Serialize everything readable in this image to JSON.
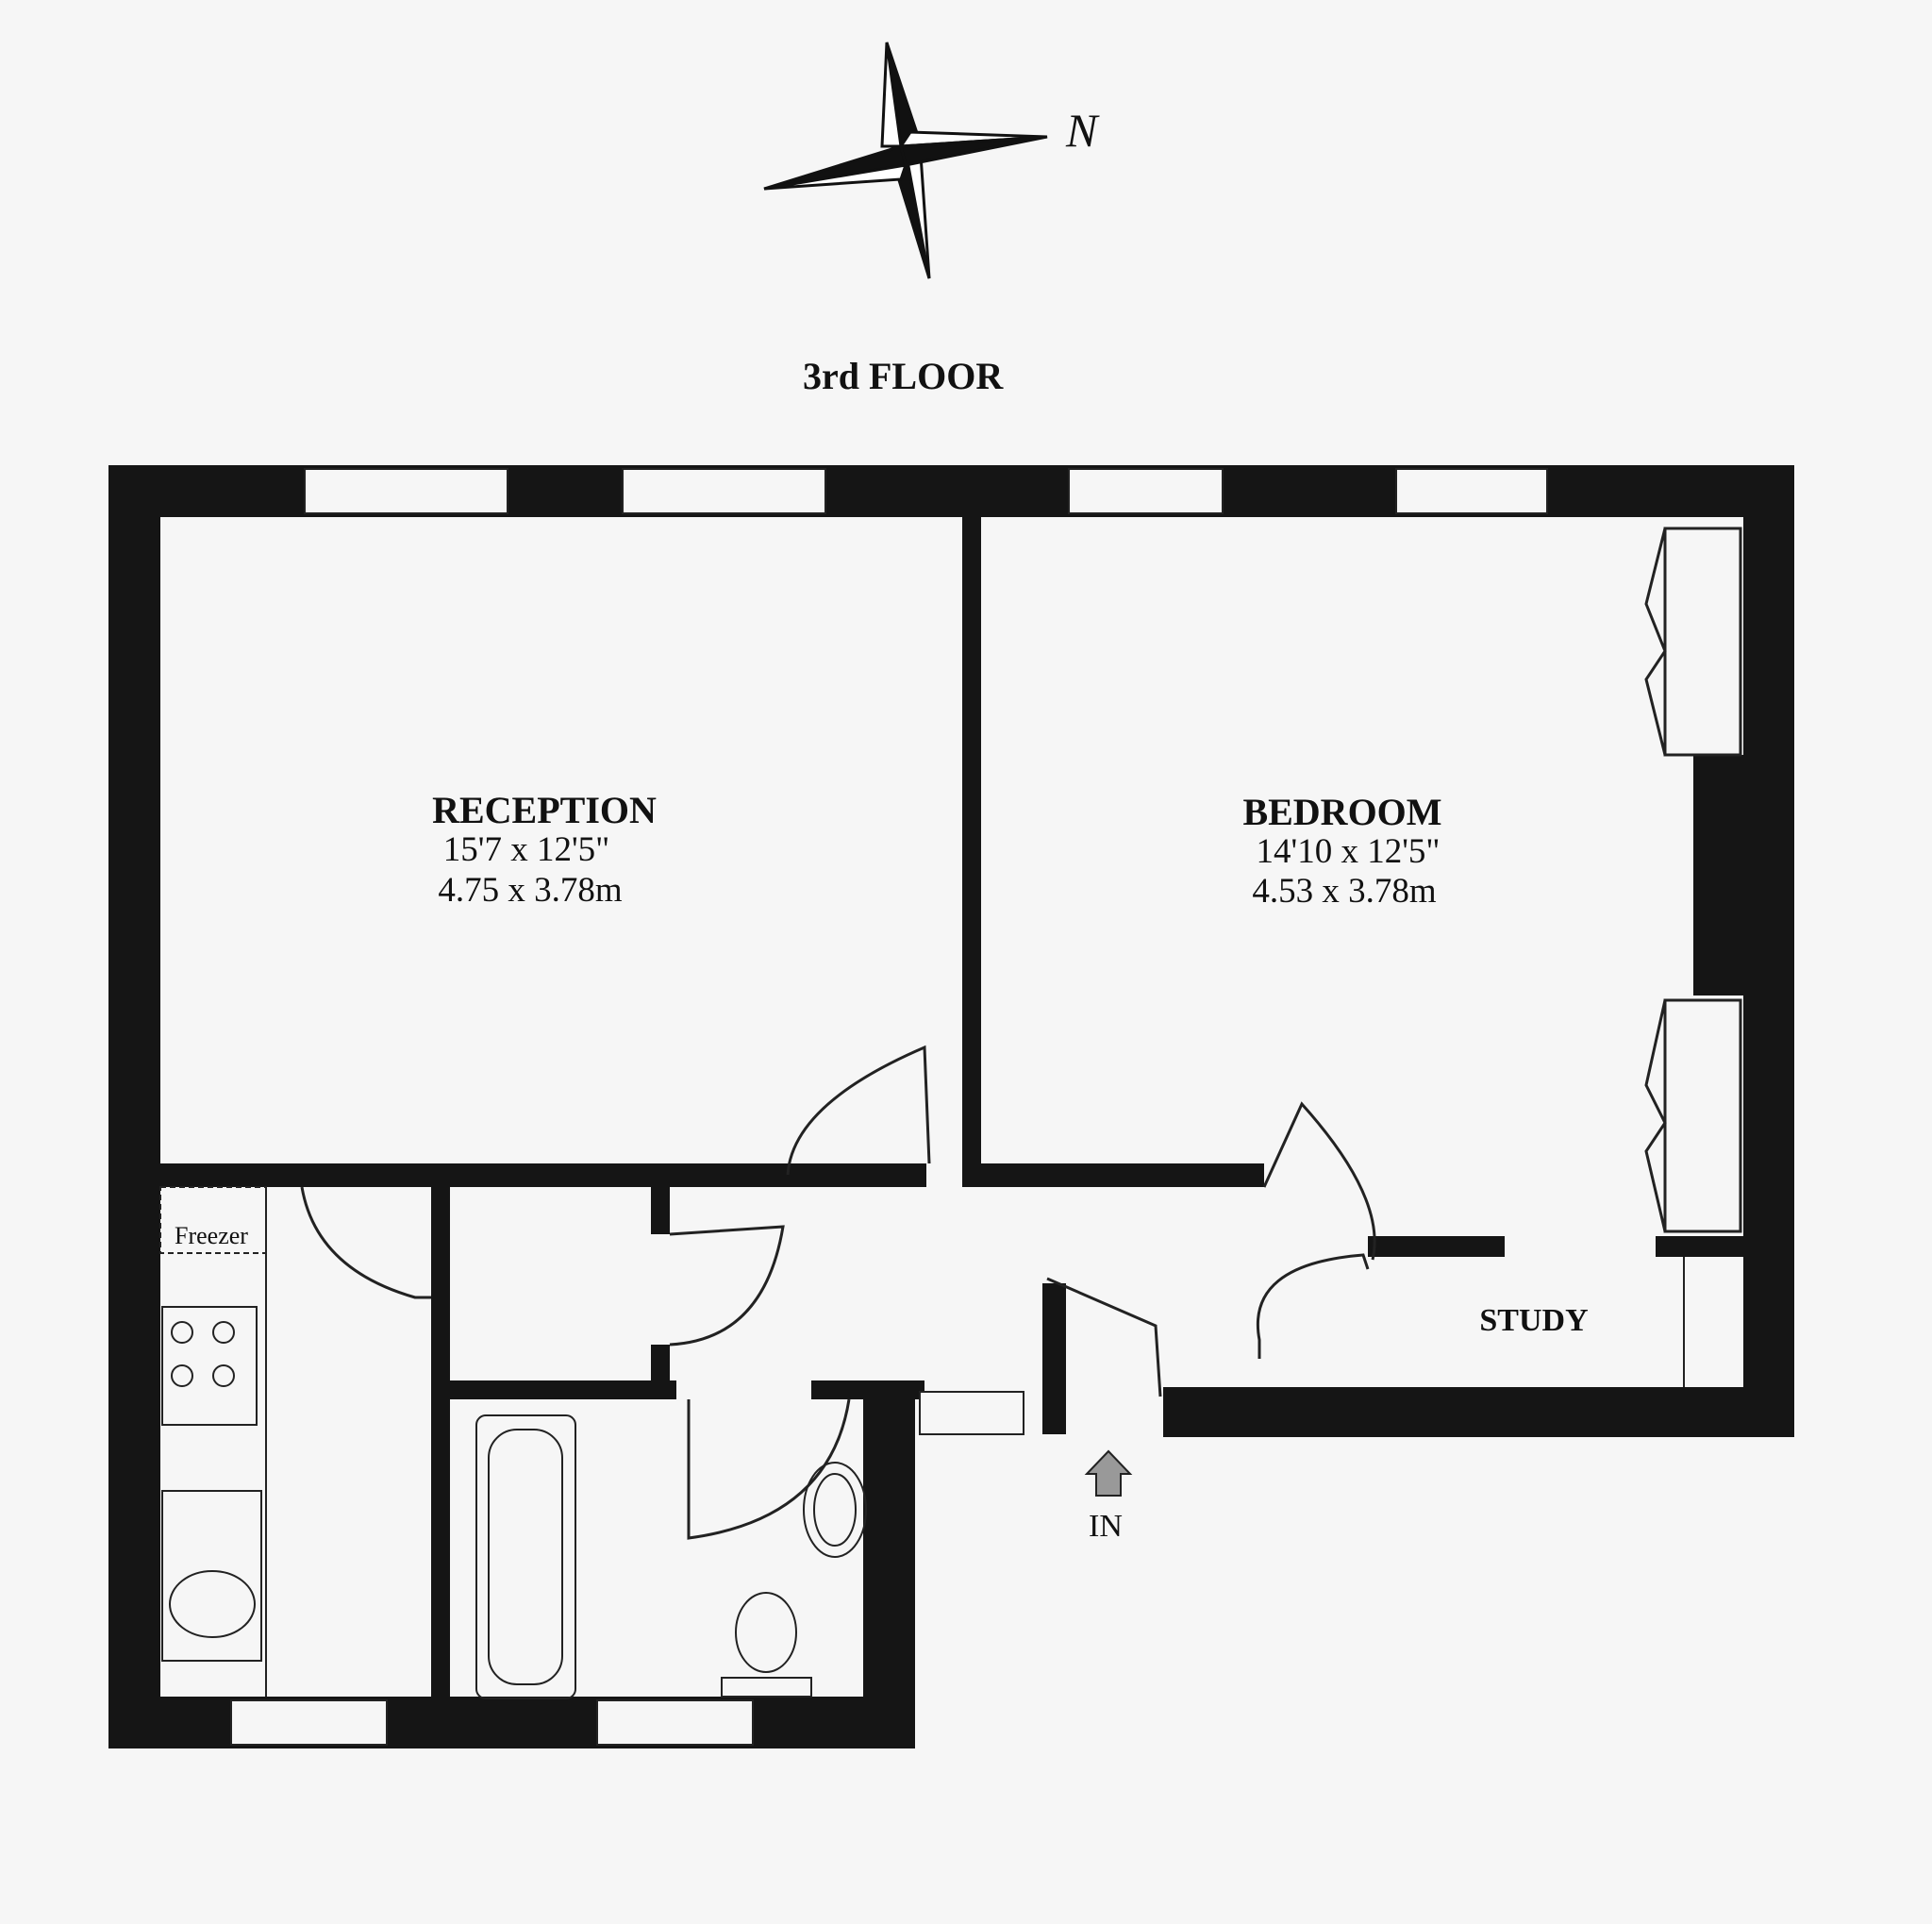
{
  "floor_label": "3rd FLOOR",
  "compass_label": "N",
  "rooms": {
    "reception": {
      "name": "RECEPTION",
      "dim_imperial": "15'7 x 12'5\"",
      "dim_metric": "4.75 x 3.78m"
    },
    "bedroom": {
      "name": "BEDROOM",
      "dim_imperial": "14'10 x 12'5\"",
      "dim_metric": "4.53 x 3.78m"
    },
    "study": {
      "name": "STUDY"
    }
  },
  "kitchen": {
    "freezer_label": "Freezer"
  },
  "entrance_label": "IN",
  "colors": {
    "wall": "#151515",
    "paper": "#f6f6f6",
    "line": "#222222"
  }
}
